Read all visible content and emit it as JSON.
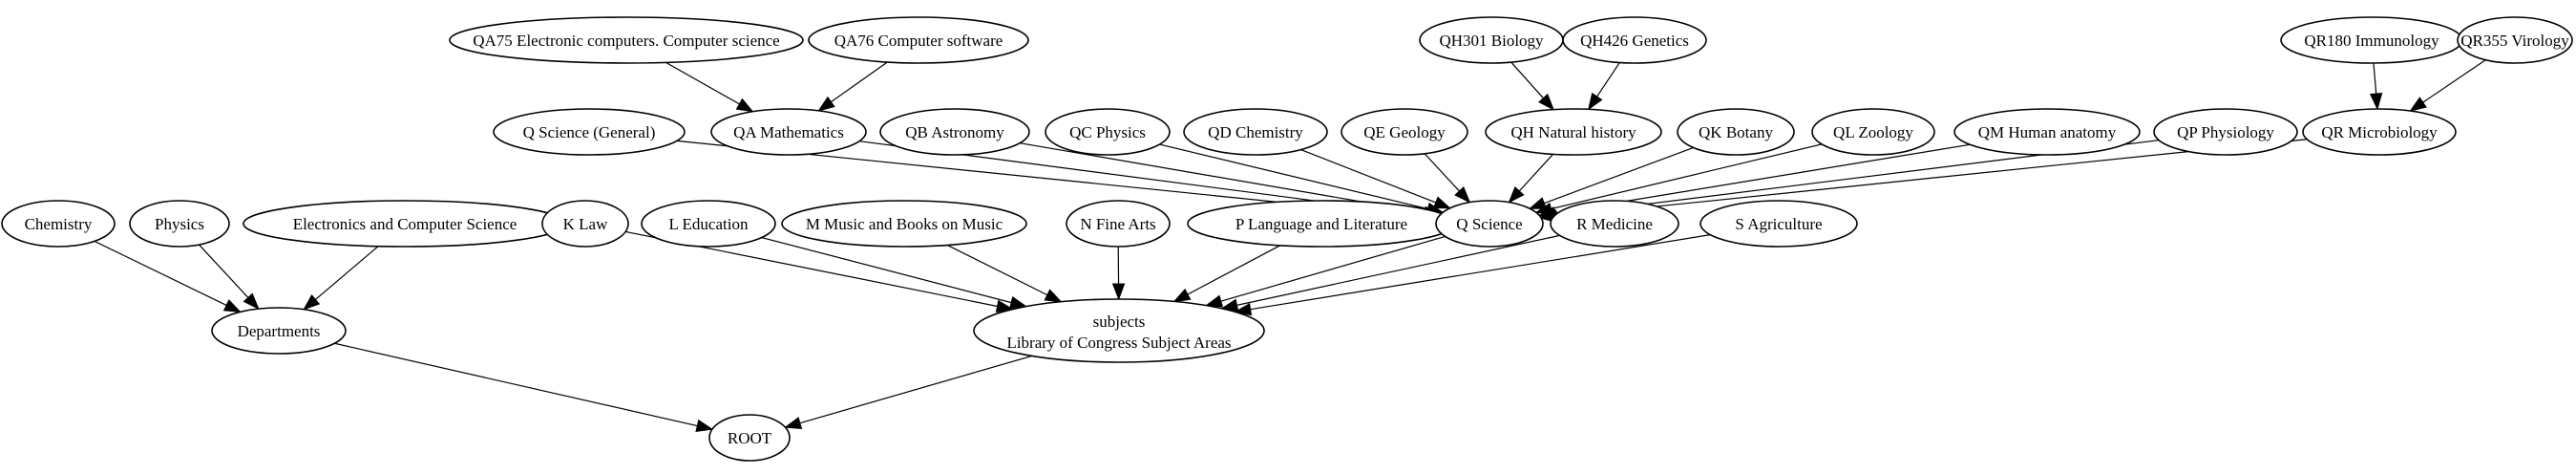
{
  "diagram": {
    "nodes": [
      {
        "id": "qa75",
        "label": "QA75 Electronic computers. Computer science"
      },
      {
        "id": "qa76",
        "label": "QA76 Computer software"
      },
      {
        "id": "qh301",
        "label": "QH301 Biology"
      },
      {
        "id": "qh426",
        "label": "QH426 Genetics"
      },
      {
        "id": "qr180",
        "label": "QR180 Immunology"
      },
      {
        "id": "qr355",
        "label": "QR355 Virology"
      },
      {
        "id": "q_general",
        "label": "Q Science (General)"
      },
      {
        "id": "qa",
        "label": "QA Mathematics"
      },
      {
        "id": "qb",
        "label": "QB Astronomy"
      },
      {
        "id": "qc",
        "label": "QC Physics"
      },
      {
        "id": "qd",
        "label": "QD Chemistry"
      },
      {
        "id": "qe",
        "label": "QE Geology"
      },
      {
        "id": "qh",
        "label": "QH Natural history"
      },
      {
        "id": "qk",
        "label": "QK Botany"
      },
      {
        "id": "ql",
        "label": "QL Zoology"
      },
      {
        "id": "qm",
        "label": "QM Human anatomy"
      },
      {
        "id": "qp",
        "label": "QP Physiology"
      },
      {
        "id": "qr",
        "label": "QR Microbiology"
      },
      {
        "id": "chemistry",
        "label": "Chemistry"
      },
      {
        "id": "physics",
        "label": "Physics"
      },
      {
        "id": "ecs",
        "label": "Electronics and Computer Science"
      },
      {
        "id": "k",
        "label": "K Law"
      },
      {
        "id": "l",
        "label": "L Education"
      },
      {
        "id": "m",
        "label": "M Music and Books on Music"
      },
      {
        "id": "n",
        "label": "N Fine Arts"
      },
      {
        "id": "p",
        "label": "P Language and Literature"
      },
      {
        "id": "q",
        "label": "Q Science"
      },
      {
        "id": "r",
        "label": "R Medicine"
      },
      {
        "id": "s",
        "label": "S Agriculture"
      },
      {
        "id": "departments",
        "label": "Departments"
      },
      {
        "id": "subjects",
        "label": "subjects",
        "label2": "Library of Congress Subject Areas"
      },
      {
        "id": "root",
        "label": "ROOT"
      }
    ],
    "edges": [
      {
        "from": "qa75",
        "to": "qa"
      },
      {
        "from": "qa76",
        "to": "qa"
      },
      {
        "from": "qh301",
        "to": "qh"
      },
      {
        "from": "qh426",
        "to": "qh"
      },
      {
        "from": "qr180",
        "to": "qr"
      },
      {
        "from": "qr355",
        "to": "qr"
      },
      {
        "from": "q_general",
        "to": "q"
      },
      {
        "from": "qa",
        "to": "q"
      },
      {
        "from": "qb",
        "to": "q"
      },
      {
        "from": "qc",
        "to": "q"
      },
      {
        "from": "qd",
        "to": "q"
      },
      {
        "from": "qe",
        "to": "q"
      },
      {
        "from": "qh",
        "to": "q"
      },
      {
        "from": "qk",
        "to": "q"
      },
      {
        "from": "ql",
        "to": "q"
      },
      {
        "from": "qm",
        "to": "q"
      },
      {
        "from": "qp",
        "to": "q"
      },
      {
        "from": "qr",
        "to": "q"
      },
      {
        "from": "chemistry",
        "to": "departments"
      },
      {
        "from": "physics",
        "to": "departments"
      },
      {
        "from": "ecs",
        "to": "departments"
      },
      {
        "from": "k",
        "to": "subjects"
      },
      {
        "from": "l",
        "to": "subjects"
      },
      {
        "from": "m",
        "to": "subjects"
      },
      {
        "from": "n",
        "to": "subjects"
      },
      {
        "from": "p",
        "to": "subjects"
      },
      {
        "from": "q",
        "to": "subjects"
      },
      {
        "from": "r",
        "to": "subjects"
      },
      {
        "from": "s",
        "to": "subjects"
      },
      {
        "from": "departments",
        "to": "root"
      },
      {
        "from": "subjects",
        "to": "root"
      }
    ]
  }
}
